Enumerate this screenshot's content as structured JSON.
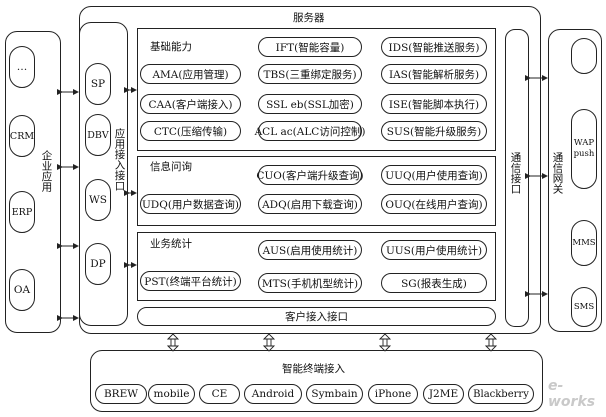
{
  "enterprise": {
    "title": "企业应用",
    "items": [
      "…",
      "CRM",
      "ERP",
      "OA"
    ]
  },
  "app_access": {
    "title": "应用接入接口",
    "items": [
      "SP",
      "DBV",
      "WS",
      "DP"
    ]
  },
  "server": {
    "title": "服务器",
    "basic": {
      "title": "基础能力",
      "items": [
        "IFT(智能容量)",
        "IDS(智能推送服务)",
        "AMA(应用管理)",
        "TBS(三重绑定服务)",
        "IAS(智能解析服务)",
        "CAA(客户端接入)",
        "SSL eb(SSL加密)",
        "ISE(智能脚本执行)",
        "CTC(压缩传输)",
        "ACL ac(ALC访问控制)",
        "SUS(智能升级服务)"
      ]
    },
    "info": {
      "title": "信息问询",
      "items": [
        "CUO(客户端升级查询)",
        "UUQ(用户使用查询)",
        "UDQ(用户数据查询)",
        "ADQ(启用下载查询)",
        "OUQ(在线用户查询)"
      ]
    },
    "stats": {
      "title": "业务统计",
      "items": [
        "AUS(启用使用统计)",
        "UUS(用户使用统计)",
        "PST(终端平台统计)",
        "MTS(手机机型统计)",
        "SG(报表生成)"
      ]
    },
    "client_interface": "客户接入接口",
    "comm_interface": "通信接口"
  },
  "gateway": {
    "title": "通信网关",
    "items": [
      "",
      "WAP push",
      "MMS",
      "SMS"
    ]
  },
  "terminal": {
    "title": "智能终端接入",
    "items": [
      "BREW",
      "mobile",
      "CE",
      "Android",
      "Symbain",
      "iPhone",
      "J2ME",
      "Blackberry"
    ]
  },
  "watermark": "e-works"
}
